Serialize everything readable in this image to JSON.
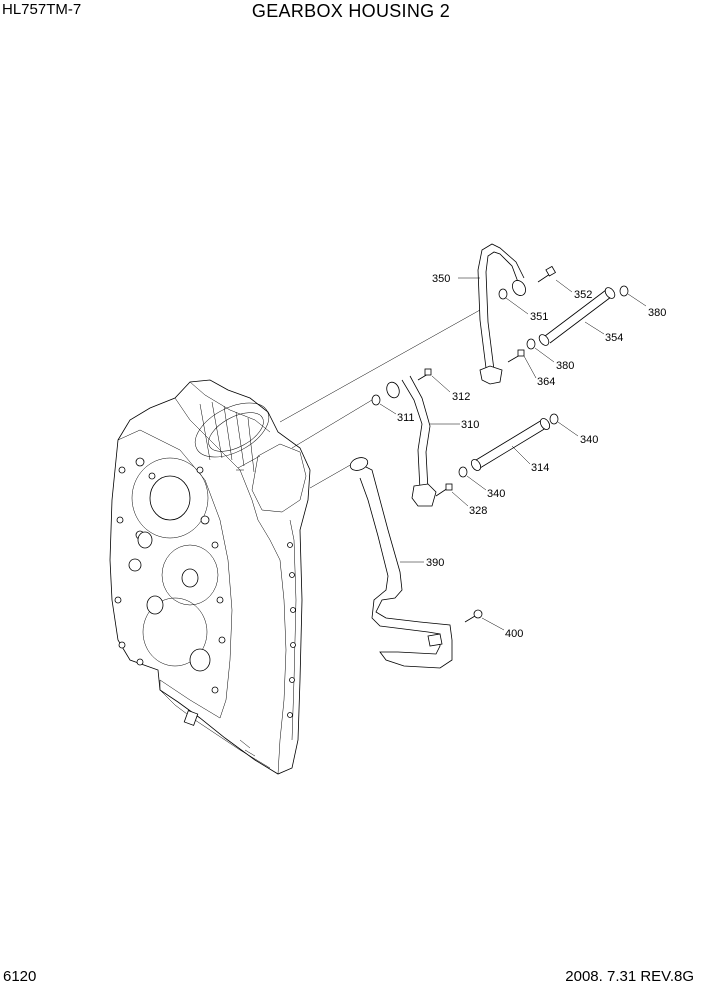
{
  "header": {
    "model": "HL757TM-7",
    "title": "GEARBOX HOUSING 2"
  },
  "footer": {
    "page": "6120",
    "revision": "2008. 7.31  REV.8G"
  },
  "callouts": {
    "c350": "350",
    "c352": "352",
    "c380a": "380",
    "c351": "351",
    "c354": "354",
    "c380b": "380",
    "c364": "364",
    "c312": "312",
    "c311": "311",
    "c310": "310",
    "c340a": "340",
    "c314": "314",
    "c340b": "340",
    "c328": "328",
    "c390": "390",
    "c400": "400"
  }
}
